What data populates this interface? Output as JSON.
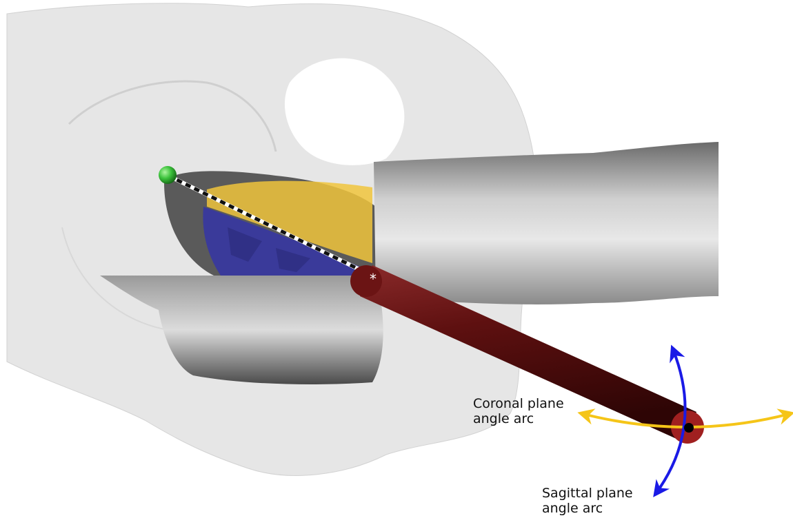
{
  "labels": {
    "coronal_line1": "Coronal plane",
    "coronal_line2": "angle arc",
    "sagittal_line1": "Sagittal plane",
    "sagittal_line2": "angle arc",
    "marker": "*"
  },
  "colors": {
    "pelvis": "#e6e6e6",
    "femur_dark": "#555555",
    "femur_light": "#c8c8c8",
    "yellow_region": "#f0c43c",
    "blue_region": "#3a3a9a",
    "rod": "#6b1414",
    "rod_end": "#a02020",
    "green_marker": "#2eb82e",
    "coronal_arc": "#f5c518",
    "sagittal_arc": "#1a1ae6"
  }
}
